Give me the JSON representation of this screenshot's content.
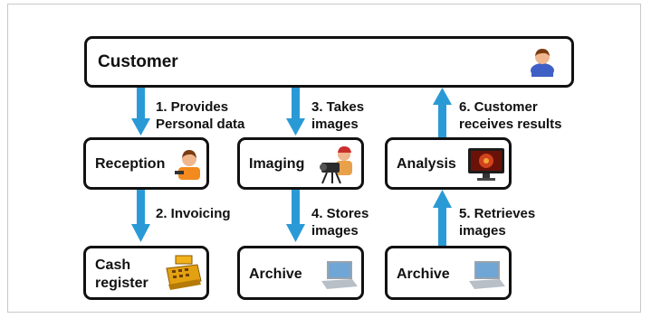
{
  "colors": {
    "arrow": "#2a9ad6",
    "border": "#111111"
  },
  "nodes": {
    "customer": {
      "label": "Customer",
      "icon": "person-icon"
    },
    "reception": {
      "label": "Reception",
      "icon": "receptionist-icon"
    },
    "imaging": {
      "label": "Imaging",
      "icon": "camera-operator-icon"
    },
    "analysis": {
      "label": "Analysis",
      "icon": "monitor-icon"
    },
    "cash_register": {
      "line1": "Cash",
      "line2": "register",
      "icon": "cash-register-icon"
    },
    "archive_imaging": {
      "label": "Archive",
      "icon": "laptop-icon"
    },
    "archive_analysis": {
      "label": "Archive",
      "icon": "laptop-icon"
    }
  },
  "edges": [
    {
      "line1": "1. Provides",
      "line2": "Personal data"
    },
    {
      "line1": "2. Invoicing",
      "line2": ""
    },
    {
      "line1": "3. Takes",
      "line2": "images"
    },
    {
      "line1": "4. Stores",
      "line2": "images"
    },
    {
      "line1": "5. Retrieves",
      "line2": "images"
    },
    {
      "line1": "6. Customer",
      "line2": "receives results"
    }
  ]
}
